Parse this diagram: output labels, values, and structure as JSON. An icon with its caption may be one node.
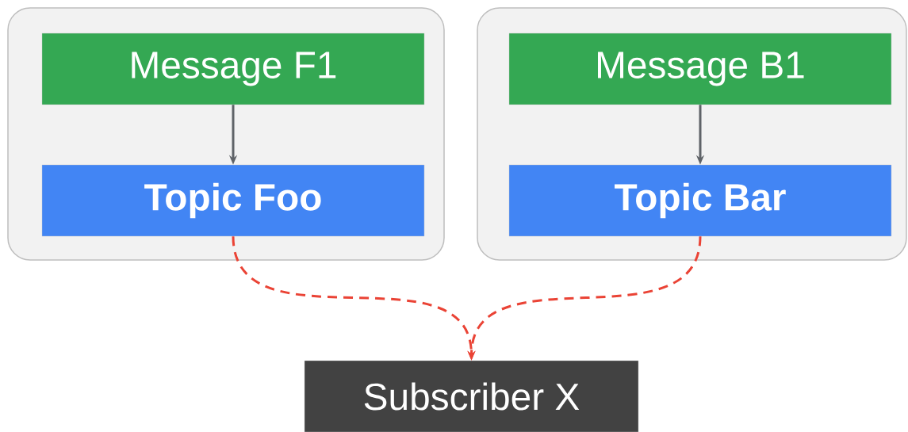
{
  "diagram": {
    "nodes": [
      {
        "text": [],
        "shape": "box"
      },
      {
        "text": [
          "Message F1"
        ],
        "in": 0
      },
      {
        "text": [
          "Topic Foo"
        ],
        "in": 0
      },
      {
        "text": [],
        "shape": "box"
      },
      {
        "text": [
          "Message B1"
        ],
        "in": 3
      },
      {
        "text": [
          "Topic Bar"
        ],
        "in": 3
      },
      {
        "text": [
          "Subscriber X"
        ]
      }
    ],
    "edges": [
      {
        "from": 1,
        "to": 2,
        "arrow": "to"
      },
      {
        "from": 4,
        "to": 5,
        "arrow": "to"
      },
      {
        "from": 2,
        "to": 6,
        "arrow": "to",
        "style": "dashed",
        "color": "#ea4335"
      },
      {
        "from": 5,
        "to": 6,
        "arrow": "to",
        "style": "dashed",
        "color": "#ea4335"
      }
    ]
  }
}
